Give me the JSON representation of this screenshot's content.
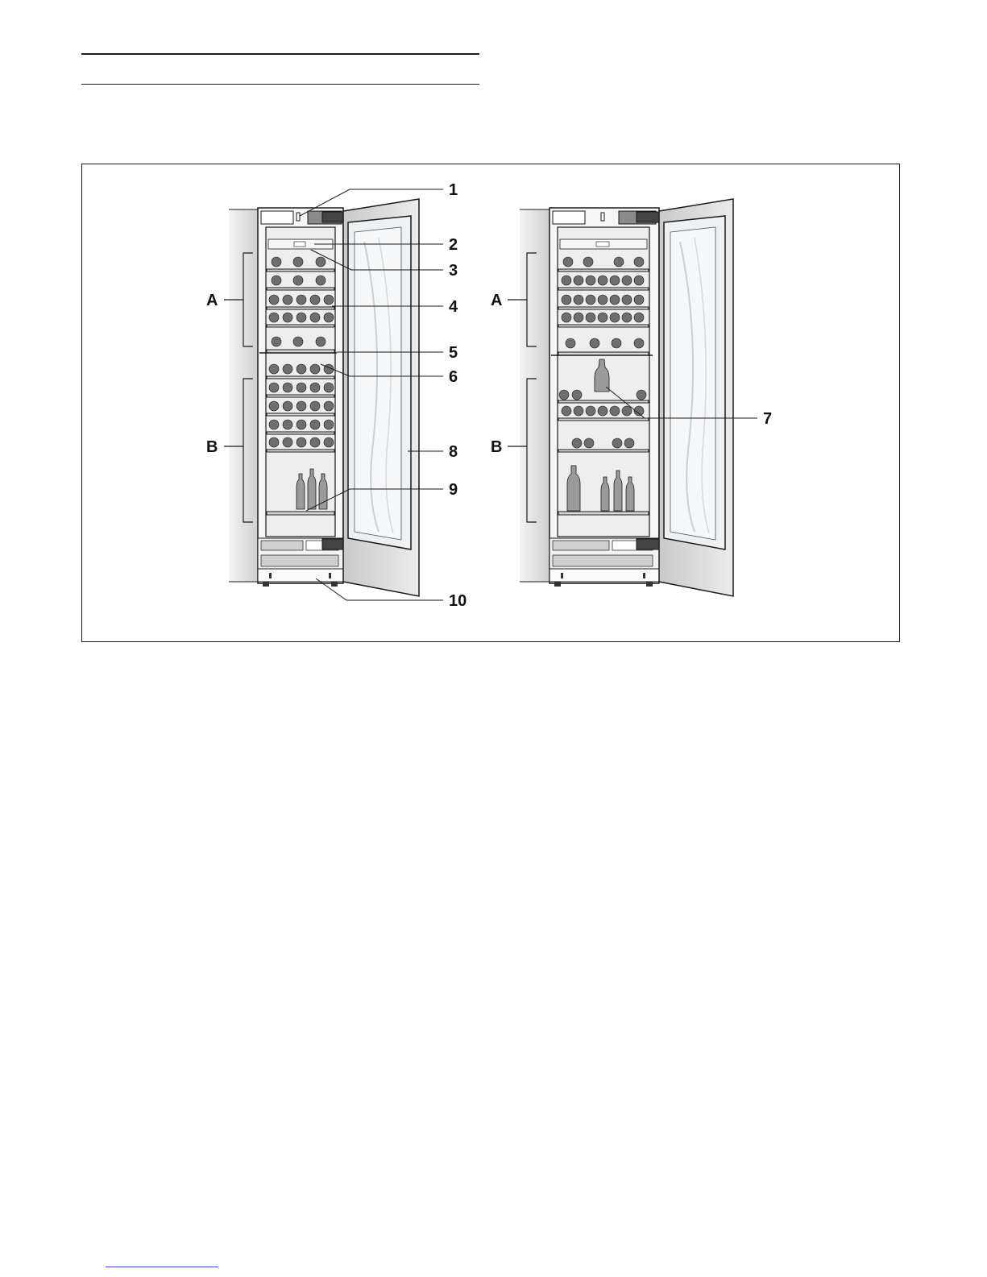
{
  "figure": {
    "callouts": {
      "n1": "1",
      "n2": "2",
      "n3": "3",
      "n4": "4",
      "n5": "5",
      "n6": "6",
      "n7": "7",
      "n8": "8",
      "n9": "9",
      "n10": "10"
    },
    "zones": {
      "left_a": "A",
      "left_b": "B",
      "right_a": "A",
      "right_b": "B"
    }
  },
  "colors": {
    "line": "#1a1a1a",
    "cabinet_side": "#d9d9d9",
    "interior": "#f1f1f1",
    "door_panel": "#dcdcdc",
    "glass": "#eef1f3",
    "bottle": "#8a8a8a"
  }
}
